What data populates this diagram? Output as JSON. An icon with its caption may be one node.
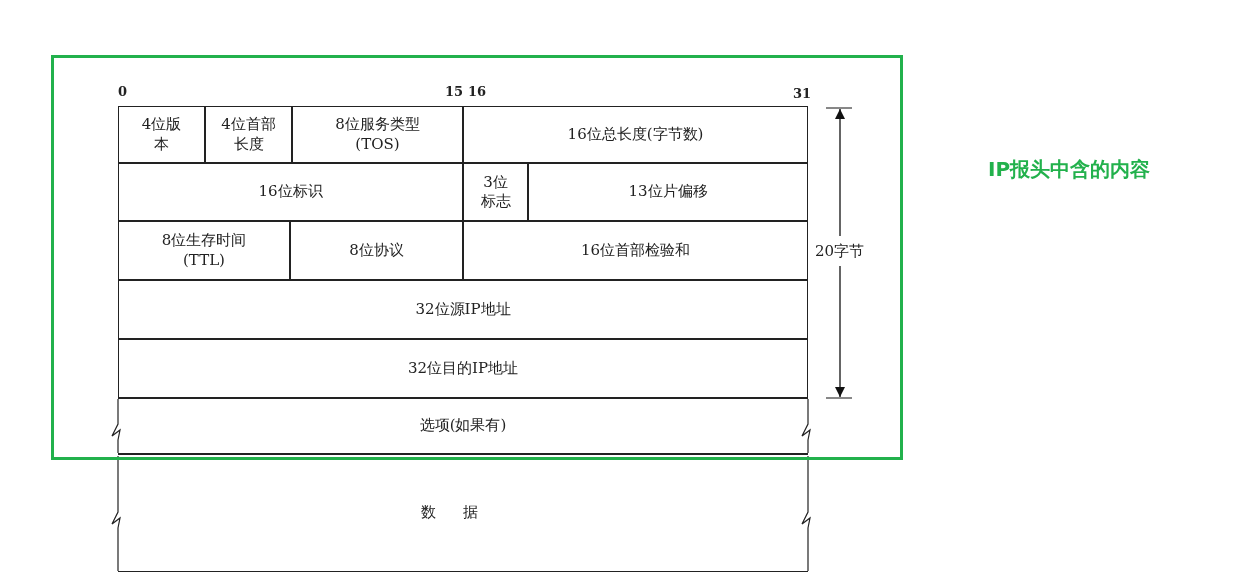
{
  "diagram": {
    "nodes": [
      {
        "text": [
          "IP报头中含的内容"
        ]
      },
      {
        "text": [
          "4位版本"
        ],
        "in": 0
      },
      {
        "text": [
          "4位首部长度"
        ],
        "in": 0
      },
      {
        "text": [
          "8位服务类型(TOS)"
        ],
        "in": 0
      },
      {
        "text": [
          "16位总长度(字节数)"
        ],
        "in": 0
      },
      {
        "text": [
          "16位标识"
        ],
        "in": 0
      },
      {
        "text": [
          "3位标志"
        ],
        "in": 0
      },
      {
        "text": [
          "13位片偏移"
        ],
        "in": 0
      },
      {
        "text": [
          "8位生存时间(TTL)"
        ],
        "in": 0
      },
      {
        "text": [
          "8位协议"
        ],
        "in": 0
      },
      {
        "text": [
          "16位首部检验和"
        ],
        "in": 0
      },
      {
        "text": [
          "32位源IP地址"
        ],
        "in": 0
      },
      {
        "text": [
          "32位目的IP地址"
        ],
        "in": 0
      },
      {
        "text": [
          "选项(如果有)"
        ],
        "in": 0
      },
      {
        "text": [
          "数据"
        ]
      }
    ],
    "labels": [
      "0",
      "15",
      "16",
      "31",
      "20字节"
    ]
  }
}
